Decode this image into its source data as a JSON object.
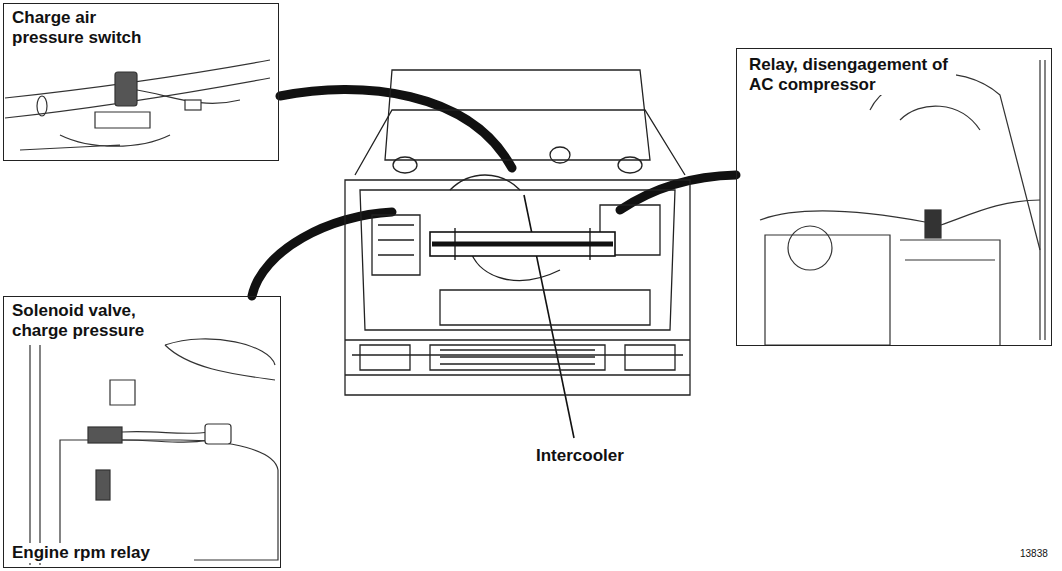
{
  "diagram": {
    "nodes": [
      {
        "text": [
          "Charge air pressure switch"
        ]
      },
      {
        "text": [
          "Solenoid valve, charge pressure",
          "Engine rpm relay"
        ]
      },
      {
        "text": [
          "Relay, disengagement of AC compressor"
        ]
      }
    ],
    "labels": [
      "Intercooler",
      "13838"
    ]
  }
}
